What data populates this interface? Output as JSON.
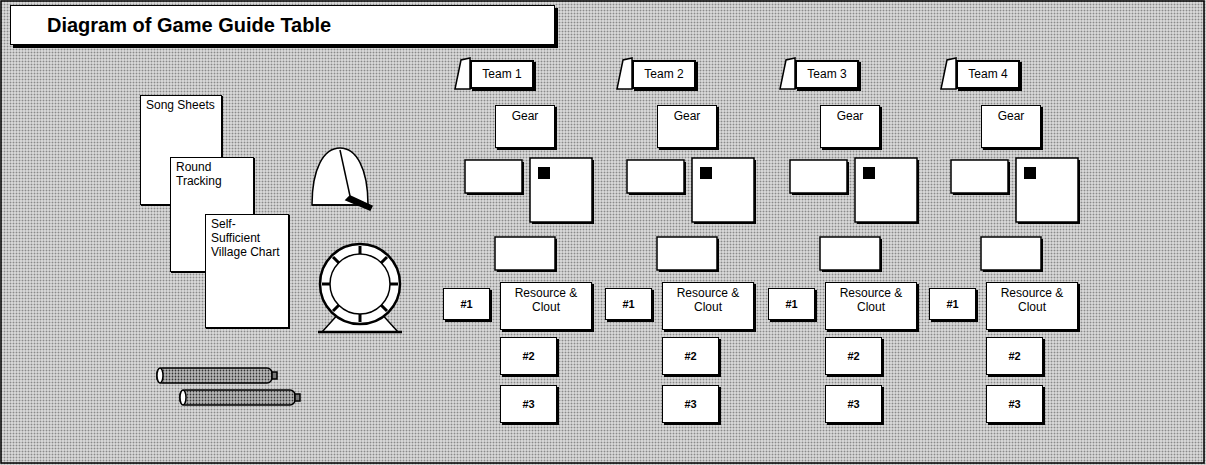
{
  "diagram": {
    "title": "Diagram of Game Guide Table",
    "nodes": [
      {
        "text": [
          "Song Sheets"
        ]
      },
      {
        "text": [
          "Round Tracking"
        ]
      },
      {
        "text": [
          "Self-Sufficient Village Chart"
        ]
      },
      {
        "text": [
          "Team 1"
        ]
      },
      {
        "text": [
          "Gear"
        ]
      },
      {
        "text": [
          "#1"
        ]
      },
      {
        "text": [
          "Resource & Clout"
        ]
      },
      {
        "text": [
          "#2"
        ]
      },
      {
        "text": [
          "#3"
        ]
      },
      {
        "text": [
          "Team 2"
        ]
      },
      {
        "text": [
          "Gear"
        ]
      },
      {
        "text": [
          "#1"
        ]
      },
      {
        "text": [
          "Resource & Clout"
        ]
      },
      {
        "text": [
          "#2"
        ]
      },
      {
        "text": [
          "#3"
        ]
      },
      {
        "text": [
          "Team 3"
        ]
      },
      {
        "text": [
          "Gear"
        ]
      },
      {
        "text": [
          "#1"
        ]
      },
      {
        "text": [
          "Resource & Clout"
        ]
      },
      {
        "text": [
          "#2"
        ]
      },
      {
        "text": [
          "#3"
        ]
      },
      {
        "text": [
          "Team 4"
        ]
      },
      {
        "text": [
          "Gear"
        ]
      },
      {
        "text": [
          "#1"
        ]
      },
      {
        "text": [
          "Resource & Clout"
        ]
      },
      {
        "text": [
          "#2"
        ]
      },
      {
        "text": [
          "#3"
        ]
      }
    ]
  }
}
